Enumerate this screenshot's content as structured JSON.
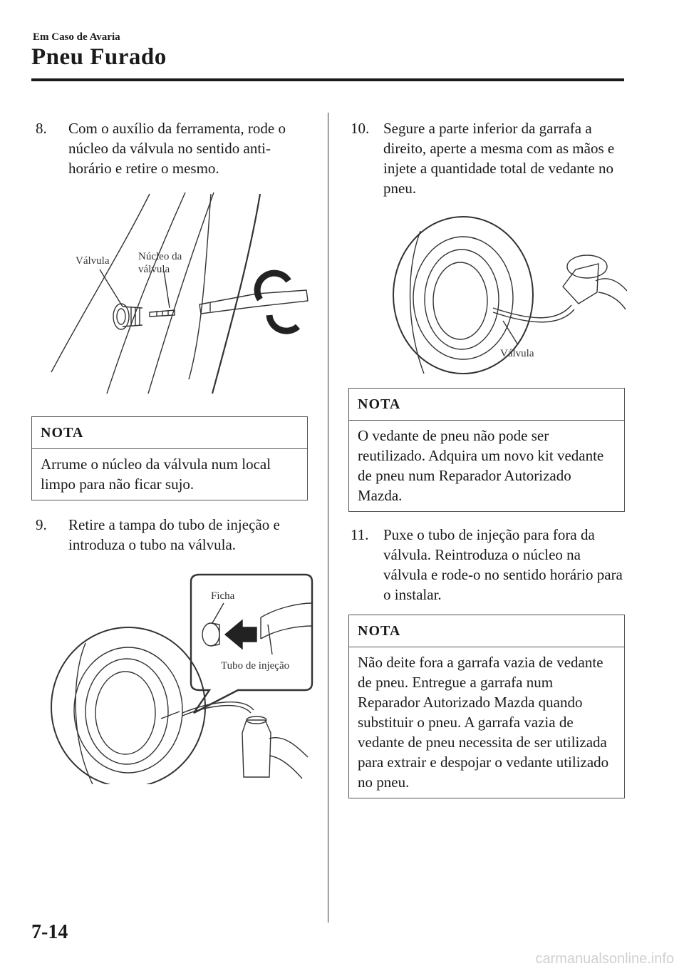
{
  "header": {
    "section": "Em Caso de Avaria",
    "title": "Pneu Furado"
  },
  "left_column": {
    "step8": {
      "number": "8.",
      "text": "Com o auxílio da ferramenta, rode o núcleo da válvula no sentido anti-horário e retire o mesmo."
    },
    "figure1": {
      "label_valve": "Válvula",
      "label_core_line1": "Núcleo da",
      "label_core_line2": "válvula"
    },
    "note1": {
      "heading": "NOTA",
      "text": "Arrume o núcleo da válvula num local limpo para não ficar sujo."
    },
    "step9": {
      "number": "9.",
      "text": "Retire a tampa do tubo de injeção e introduza o tubo na válvula."
    },
    "figure2": {
      "label_cap": "Ficha",
      "label_tube": "Tubo de injeção"
    }
  },
  "right_column": {
    "step10": {
      "number": "10.",
      "text": "Segure a parte inferior da garrafa a direito, aperte a mesma com as mãos e injete a quantidade total de vedante no pneu."
    },
    "figure3": {
      "label_valve": "Válvula"
    },
    "note2": {
      "heading": "NOTA",
      "text": "O vedante de pneu não pode ser reutilizado. Adquira um novo kit vedante de pneu num Reparador Autorizado Mazda."
    },
    "step11": {
      "number": "11.",
      "text": "Puxe o tubo de injeção para fora da válvula. Reintroduza o núcleo na válvula e rode-o no sentido horário para o instalar."
    },
    "note3": {
      "heading": "NOTA",
      "text": "Não deite fora a garrafa vazia de vedante de pneu. Entregue a garrafa num Reparador Autorizado Mazda quando substituir o pneu. A garrafa vazia de vedante de pneu necessita de ser utilizada para extrair e despojar o vedante utilizado no pneu."
    }
  },
  "footer": {
    "page_number": "7-14",
    "watermark": "carmanualsonline.info"
  }
}
